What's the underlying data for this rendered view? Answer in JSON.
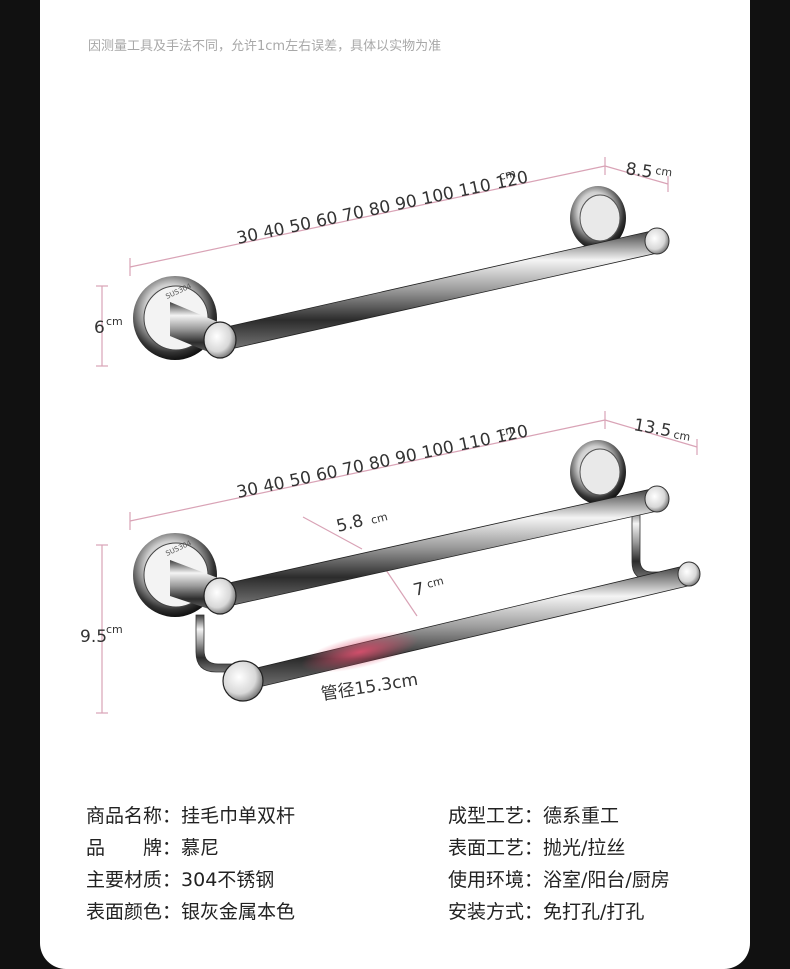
{
  "disclaimer": "因测量工具及手法不同，允许1cm左右误差，具体以实物为准",
  "single_bar": {
    "length_scale": "30 40 50 60 70 80 90 100 110 120",
    "length_unit": "cm",
    "depth_value": "8.5",
    "depth_unit": "cm",
    "base_value": "6",
    "base_unit": "cm",
    "mark": "SUS304"
  },
  "double_bar": {
    "length_scale": "30 40 50 60 70 80 90 100 110 120",
    "length_unit": "cm",
    "depth_value": "13.5",
    "depth_unit": "cm",
    "height_value": "9.5",
    "height_unit": "cm",
    "gap1_value": "5.8",
    "gap1_unit": "cm",
    "gap2_value": "7",
    "gap2_unit": "cm",
    "tube_label": "管径15.3cm",
    "mark": "SUS304"
  },
  "specs": {
    "left": [
      {
        "label": "商品名称",
        "value": "挂毛巾单双杆"
      },
      {
        "label": "品　　牌",
        "value": "慕尼"
      },
      {
        "label": "主要材质",
        "value": "304不锈钢"
      },
      {
        "label": "表面颜色",
        "value": "银灰金属本色"
      }
    ],
    "right": [
      {
        "label": "成型工艺",
        "value": "德系重工"
      },
      {
        "label": "表面工艺",
        "value": "抛光/拉丝"
      },
      {
        "label": "使用环境",
        "value": "浴室/阳台/厨房"
      },
      {
        "label": "安装方式",
        "value": "免打孔/打孔"
      }
    ],
    "separator": "："
  },
  "colors": {
    "dimension_line": "#d9a3b6",
    "text": "#222222",
    "highlight": "#e0506f"
  }
}
